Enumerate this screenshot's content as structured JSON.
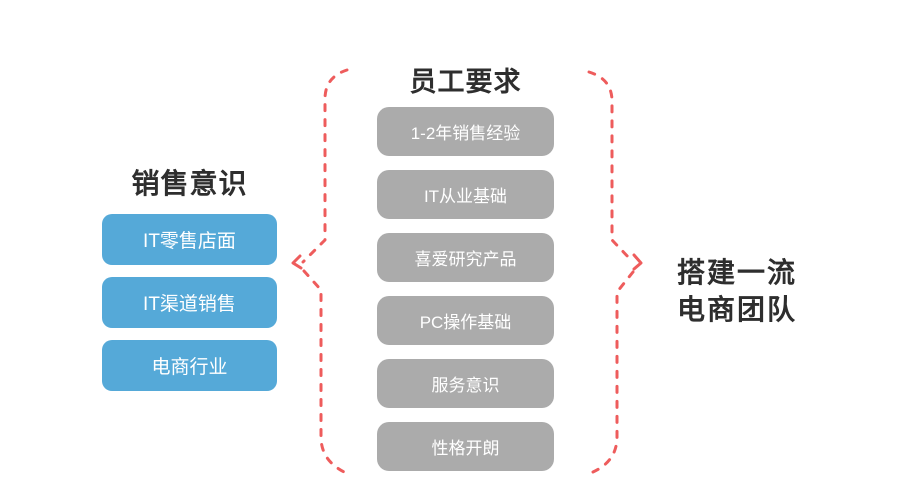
{
  "diagram": {
    "left": {
      "title": "销售意识",
      "items": [
        "IT零售店面",
        "IT渠道销售",
        "电商行业"
      ]
    },
    "middle": {
      "title": "员工要求",
      "items": [
        "1-2年销售经验",
        "IT从业基础",
        "喜爱研究产品",
        "PC操作基础",
        "服务意识",
        "性格开朗"
      ]
    },
    "right": {
      "title_line1": "搭建一流",
      "title_line2": "电商团队"
    },
    "colors": {
      "blue_box": "#55A9D8",
      "gray_box": "#ABABAB",
      "brace_red": "#EE5C5C",
      "heading_text": "#2E2E2E",
      "box_text": "#FFFFFF"
    }
  }
}
